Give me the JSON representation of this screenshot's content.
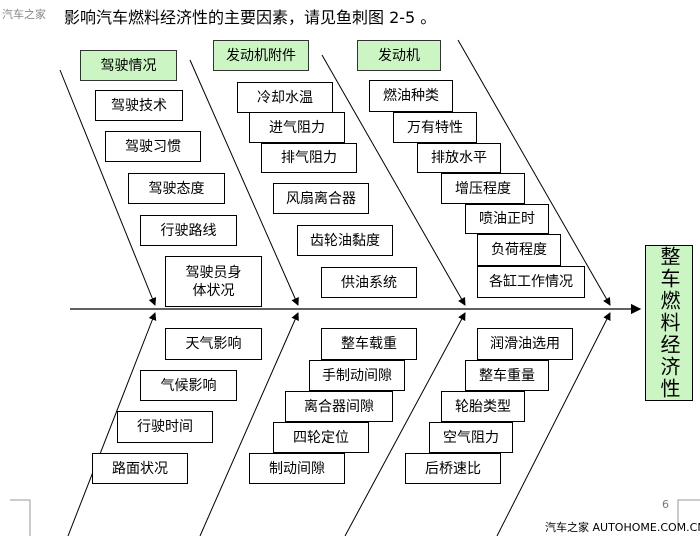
{
  "watermark_top": "汽车之家",
  "title": "影响汽车燃料经济性的主要因素，请见鱼刺图 2-5 。",
  "effect": "整车燃料经济性",
  "categories": [
    "驾驶情况",
    "发动机附件",
    "发动机"
  ],
  "left_upper": [
    "驾驶技术",
    "驾驶习惯",
    "驾驶态度",
    "行驶路线",
    "驾驶员身体状况"
  ],
  "left_lower": [
    "天气影响",
    "气候影响",
    "行驶时间",
    "路面状况"
  ],
  "mid_upper": [
    "冷却水温",
    "进气阻力",
    "排气阻力",
    "风扇离合器",
    "齿轮油黏度",
    "供油系统"
  ],
  "mid_lower": [
    "整车载重",
    "手制动间隙",
    "离合器间隙",
    "四轮定位",
    "制动间隙"
  ],
  "right_upper": [
    "燃油种类",
    "万有特性",
    "排放水平",
    "增压程度",
    "喷油正时",
    "负荷程度",
    "各缸工作情况"
  ],
  "right_lower": [
    "润滑油选用",
    "整车重量",
    "轮胎类型",
    "空气阻力",
    "后桥速比"
  ],
  "page_number": "6",
  "watermark": "汽车之家 AUTOHOME.COM.CN"
}
